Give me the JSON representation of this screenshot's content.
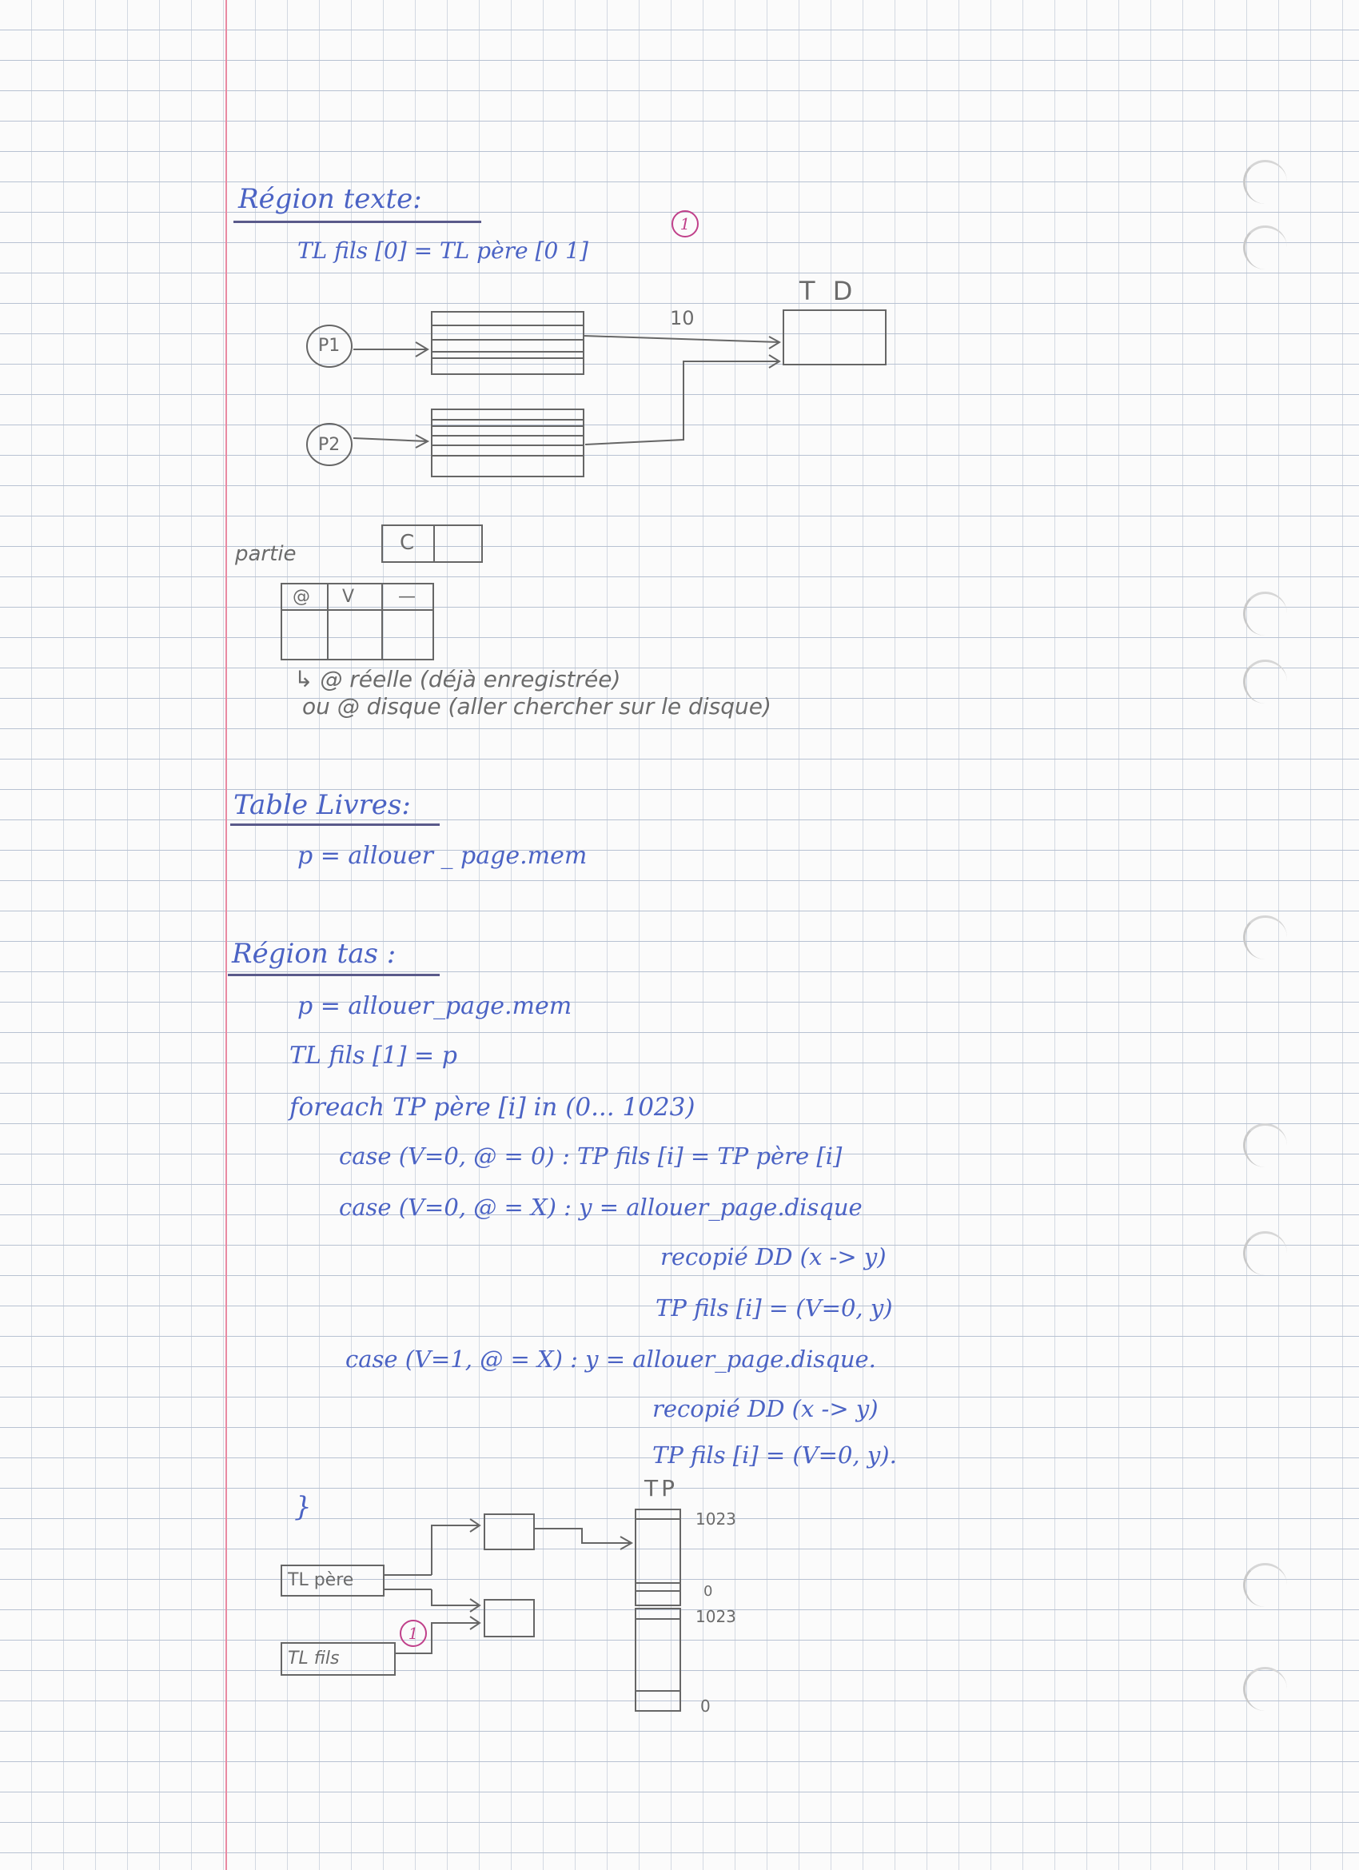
{
  "section_text": {
    "heading": "Région texte:",
    "formula": "TL fils [0] = TL père [0 1]",
    "annotation": "1",
    "td_label": "T D",
    "arrow_label": "10",
    "process_1": "P1",
    "process_2": "P2"
  },
  "partie": {
    "label": "partie",
    "cell": "C",
    "table_headers": [
      "@",
      "V",
      "—"
    ],
    "note_line_1": "↳ @ réelle (déjà enregistrée)",
    "note_line_2": "ou @ disque (aller chercher sur le disque)"
  },
  "section_table": {
    "heading": "Table Livres:",
    "code": "p = allouer _ page.mem"
  },
  "section_tas": {
    "heading": "Région tas :",
    "lines": [
      "p = allouer_page.mem",
      "TL fils [1] = p",
      "foreach TP père [i] in (0... 1023)",
      "case (V=0, @ = 0) : TP fils [i] = TP père [i]",
      "case (V=0, @ = X) :  y = allouer_page.disque",
      "recopié DD (x -> y)",
      "TP fils [i] = (V=0, y)",
      "case (V=1, @ = X) :  y = allouer_page.disque.",
      "recopié DD (x -> y)",
      "TP fils [i] = (V=0, y).",
      "}"
    ]
  },
  "bottom_diagram": {
    "tp_label": "TP",
    "top_max": "1023",
    "top_min": "0",
    "bottom_max": "1023",
    "bottom_min": "0",
    "tl_pere": "TL père",
    "tl_fils": "TL fils",
    "annotation": "1"
  }
}
